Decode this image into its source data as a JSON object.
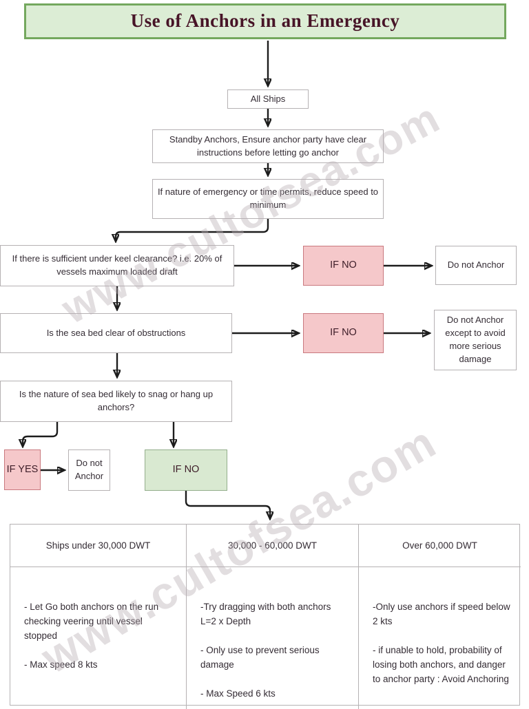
{
  "title": "Use of Anchors in an Emergency",
  "watermark": {
    "text": "www.cultofsea.com"
  },
  "flow": {
    "all_ships": "All Ships",
    "standby": "Standby Anchors, Ensure anchor party have clear instructions before letting go anchor",
    "reduce_speed": "If nature of emergency or time permits, reduce speed to minimum",
    "keel_clearance": "If there is sufficient under keel clearance? i.e. 20% of vessels maximum loaded draft",
    "if_no_1": "IF NO",
    "do_not_anchor_1": "Do not Anchor",
    "sea_bed_clear": "Is the sea bed clear of obstructions",
    "if_no_2": "IF NO",
    "do_not_anchor_2": "Do not Anchor except to avoid more serious damage",
    "snag": "Is the nature of sea bed likely to snag or hang up anchors?",
    "if_yes": "IF YES",
    "do_not_anchor_3": "Do not Anchor",
    "if_no_3": "IF NO"
  },
  "table": {
    "headers": [
      "Ships under 30,000 DWT",
      "30,000 - 60,000 DWT",
      "Over 60,000 DWT"
    ],
    "cells": [
      [
        "- Let Go both anchors on the run checking veering until vessel stopped",
        "- Max speed 8 kts"
      ],
      [
        "-Try dragging with both anchors L=2 x Depth",
        "- Only use to prevent serious damage",
        "- Max Speed 6 kts"
      ],
      [
        "-Only use anchors if speed below 2 kts",
        "- if unable to hold, probability of losing both anchors, and danger to anchor party : Avoid Anchoring"
      ]
    ]
  },
  "colors": {
    "title_fill": "#dcedd5",
    "title_border": "#74a85e",
    "title_text": "#471427",
    "pink_fill": "#f5c8ca",
    "pink_border": "#c9787e",
    "green_fill": "#d9e9d1",
    "green_border": "#93ae8b",
    "box_border": "#b5b1b3",
    "text": "#342c34",
    "arrow": "#1c1c1c",
    "watermark": "#b9aeb4"
  }
}
